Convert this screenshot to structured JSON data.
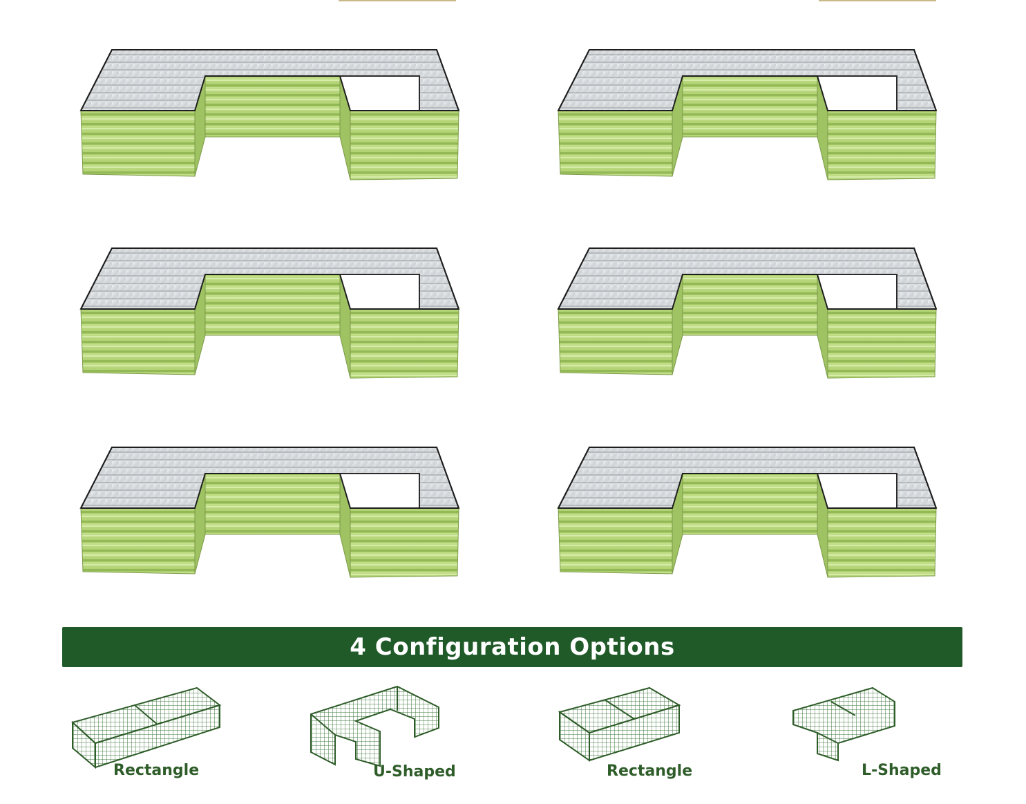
{
  "banner": {
    "title": "4 Configuration Options"
  },
  "colors": {
    "banner_bg": "#1f5a28",
    "label": "#2f5d2a",
    "bed_green": "#b5d67a",
    "bed_silver": "#d9dcdf"
  },
  "beds": [
    {
      "name": "u-shaped-bed-1"
    },
    {
      "name": "u-shaped-bed-2"
    },
    {
      "name": "u-shaped-bed-3"
    },
    {
      "name": "u-shaped-bed-4"
    },
    {
      "name": "u-shaped-bed-5"
    },
    {
      "name": "u-shaped-bed-6"
    }
  ],
  "configs": [
    {
      "label": "Rectangle",
      "icon": "long-rectangle-frame-icon"
    },
    {
      "label": "U-Shaped",
      "icon": "u-shaped-frame-icon"
    },
    {
      "label": "Rectangle",
      "icon": "wide-rectangle-frame-icon"
    },
    {
      "label": "L-Shaped",
      "icon": "l-shaped-frame-icon"
    }
  ]
}
